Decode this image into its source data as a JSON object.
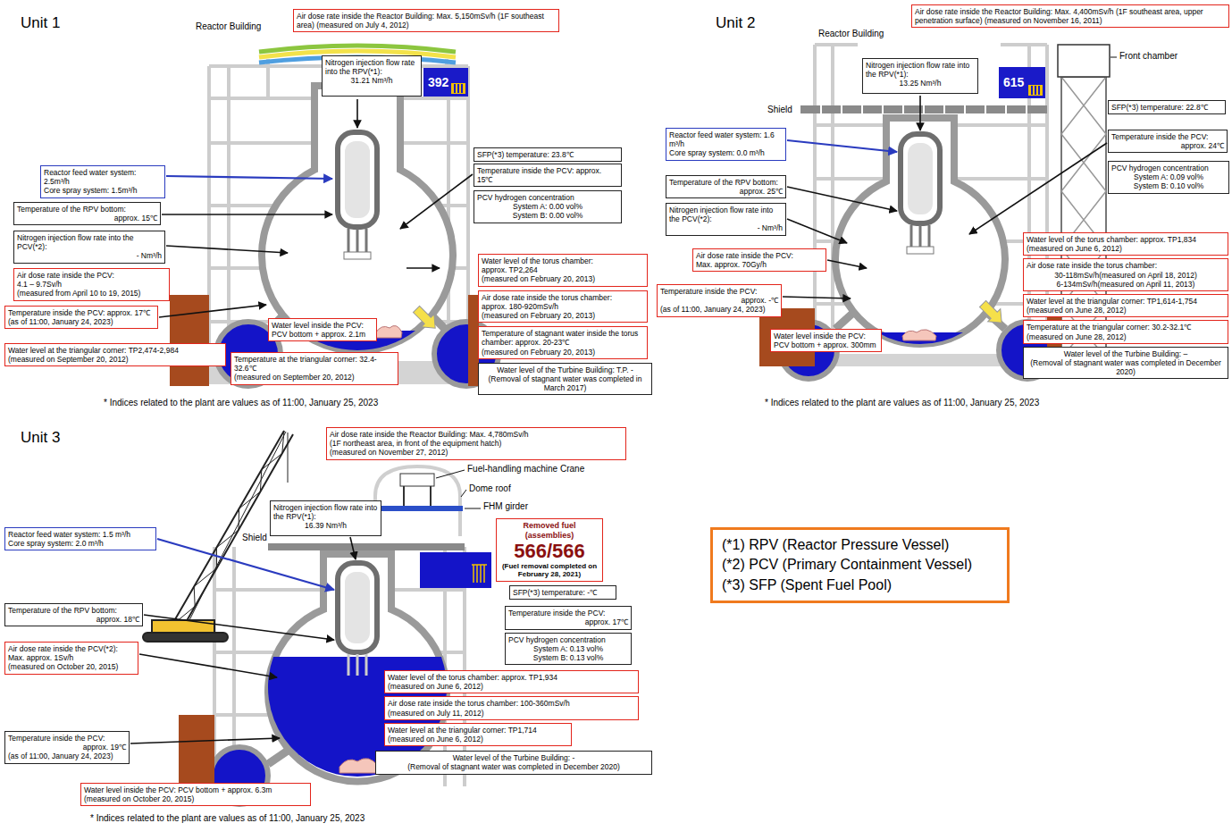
{
  "diagram": {
    "nodes": [
      {
        "text": [
          "Air dose rate inside the Reactor Building: Max. 5,150mSv/h (1F southeast area) (measured on July 4, 2012)"
        ]
      },
      {
        "text": [
          "Nitrogen injection flow rate into the RPV(*1):",
          "31.21 Nm³/h"
        ]
      },
      {
        "text": [
          "392"
        ]
      },
      {
        "text": [
          "Reactor feed water system: 2.5m³/h",
          "Core spray system: 1.5m³/h"
        ]
      },
      {
        "text": [
          "Temperature of the RPV bottom:",
          "approx. 15℃"
        ]
      },
      {
        "text": [
          "Nitrogen injection flow rate into the PCV(*2):",
          "- Nm³/h"
        ]
      },
      {
        "text": [
          "Air dose rate inside the PCV:",
          "4.1 – 9.7Sv/h",
          "(measured from April 10 to 19, 2015)"
        ]
      },
      {
        "text": [
          "Temperature inside the PCV: approx. 17℃",
          "(as of 11:00, January 24, 2023)"
        ]
      },
      {
        "text": [
          "Water level at the triangular corner: TP2,474-2,984",
          "(measured on September 20, 2012)"
        ]
      },
      {
        "text": [
          "Water level inside the PCV:",
          "PCV bottom + approx. 2.1m"
        ]
      },
      {
        "text": [
          "Temperature at the triangular corner: 32.4-32.6℃",
          "(measured on September 20, 2012)"
        ]
      },
      {
        "text": [
          "SFP(*3) temperature: 23.8℃"
        ]
      },
      {
        "text": [
          "Temperature inside the PCV: approx. 15℃"
        ]
      },
      {
        "text": [
          "PCV hydrogen concentration",
          "System A: 0.00 vol%",
          "System B: 0.00 vol%"
        ]
      },
      {
        "text": [
          "Water level of the torus chamber:",
          "approx. TP2,264",
          "(measured on February 20, 2013)"
        ]
      },
      {
        "text": [
          "Air dose rate inside the torus chamber:",
          "approx. 180-920mSv/h",
          "(measured on February 20, 2013)"
        ]
      },
      {
        "text": [
          "Temperature of stagnant water inside the torus chamber: approx. 20-23℃",
          "(measured on February 20, 2013)"
        ]
      },
      {
        "text": [
          "Water level of the Turbine Building: T.P. -",
          "(Removal of stagnant water was completed in March 2017)"
        ]
      },
      {
        "text": [
          "Air dose rate inside the Reactor Building: Max. 4,400mSv/h (1F southeast area, upper penetration surface) (measured on November 16, 2011)"
        ]
      },
      {
        "text": [
          "Nitrogen injection flow rate into the RPV(*1):",
          "13.25 Nm³/h"
        ]
      },
      {
        "text": [
          "615"
        ]
      },
      {
        "text": [
          "Reactor feed water system: 1.6 m³/h",
          "Core spray system: 0.0 m³/h"
        ]
      },
      {
        "text": [
          "Temperature of the RPV bottom:",
          "approx. 25℃"
        ]
      },
      {
        "text": [
          "Nitrogen injection flow rate into the PCV(*2):",
          "- Nm³/h"
        ]
      },
      {
        "text": [
          "Air dose rate inside the PCV:",
          "Max. approx. 70Gy/h"
        ]
      },
      {
        "text": [
          "Temperature inside the PCV:",
          "approx. -℃",
          "(as of 11:00, January 24, 2023)"
        ]
      },
      {
        "text": [
          "Water level inside the PCV:",
          "PCV bottom + approx. 300mm"
        ]
      },
      {
        "text": [
          "SFP(*3) temperature: 22.8℃"
        ]
      },
      {
        "text": [
          "Temperature inside the PCV:",
          "approx. 24℃"
        ]
      },
      {
        "text": [
          "PCV hydrogen concentration",
          "System A: 0.09 vol%",
          "System B: 0.10 vol%"
        ]
      },
      {
        "text": [
          "Water level of the torus chamber: approx. TP1,834 (measured on June 6, 2012)"
        ]
      },
      {
        "text": [
          "Air dose rate inside the torus chamber:",
          "30-118mSv/h(measured on April 18, 2012)",
          "6-134mSv/h(measured on April 11, 2013)"
        ]
      },
      {
        "text": [
          "Water level at the triangular corner: TP1,614-1,754",
          "(measured on June 28, 2012)"
        ]
      },
      {
        "text": [
          "Temperature at the triangular corner: 30.2-32.1℃",
          "(measured on June 28, 2012)"
        ]
      },
      {
        "text": [
          "Water level of the Turbine Building: –",
          "(Removal of stagnant water was completed in December 2020)"
        ]
      },
      {
        "text": [
          "Air dose rate inside the Reactor Building: Max. 4,780mSv/h",
          "(1F northeast area, in front of the equipment hatch)",
          "(measured on November 27, 2012)"
        ]
      },
      {
        "text": [
          "Reactor feed water system: 1.5 m³/h",
          "Core spray system: 2.0 m³/h"
        ]
      },
      {
        "text": [
          "Nitrogen injection flow rate into the RPV(*1):",
          "16.39 Nm³/h"
        ]
      },
      {
        "text": [
          "Removed fuel (assemblies)",
          "566/566",
          "(Fuel removal completed on February 28, 2021)"
        ]
      },
      {
        "text": [
          "SFP(*3) temperature: -℃"
        ]
      },
      {
        "text": [
          "Temperature inside the PCV:",
          "approx. 17℃"
        ]
      },
      {
        "text": [
          "PCV hydrogen concentration",
          "System A: 0.13 vol%",
          "System B: 0.13 vol%"
        ]
      },
      {
        "text": [
          "Temperature of the RPV bottom:",
          "approx. 18℃"
        ]
      },
      {
        "text": [
          "Air dose rate inside the PCV(*2):",
          "Max. approx. 1Sv/h",
          "(measured on October 20, 2015)"
        ]
      },
      {
        "text": [
          "Temperature inside the PCV:",
          "approx. 19℃",
          "(as of 11:00, January 24, 2023)"
        ]
      },
      {
        "text": [
          "Water level inside the PCV: PCV bottom + approx. 6.3m",
          "(measured on October 20, 2015)"
        ]
      },
      {
        "text": [
          "Water level of the torus chamber: approx. TP1,934",
          "(measured on June 6, 2012)"
        ]
      },
      {
        "text": [
          "Air dose rate inside the torus chamber: 100-360mSv/h",
          "(measured on July 11, 2012)"
        ]
      },
      {
        "text": [
          "Water level at the triangular corner: TP1,714",
          "(measured on June 6, 2012)"
        ]
      },
      {
        "text": [
          "Water level of the Turbine Building: -",
          "(Removal of stagnant water was completed in December 2020)"
        ]
      },
      {
        "text": [
          "(*1) RPV (Reactor Pressure Vessel)",
          "(*2) PCV (Primary Containment Vessel)",
          "(*3) SFP (Spent Fuel Pool)"
        ]
      }
    ],
    "labels": [
      "Unit 1",
      "Reactor Building",
      "* Indices related to the plant are values as of 11:00, January 25, 2023",
      "Unit 2",
      "Reactor Building",
      "Shield",
      "Front chamber",
      "* Indices related to the plant are values as of 11:00, January 25, 2023",
      "Unit 3",
      "Shield",
      "Fuel-handling machine Crane",
      "Dome roof",
      "FHM girder",
      "* Indices related to the plant are values as of 11:00, January 25, 2023"
    ]
  }
}
